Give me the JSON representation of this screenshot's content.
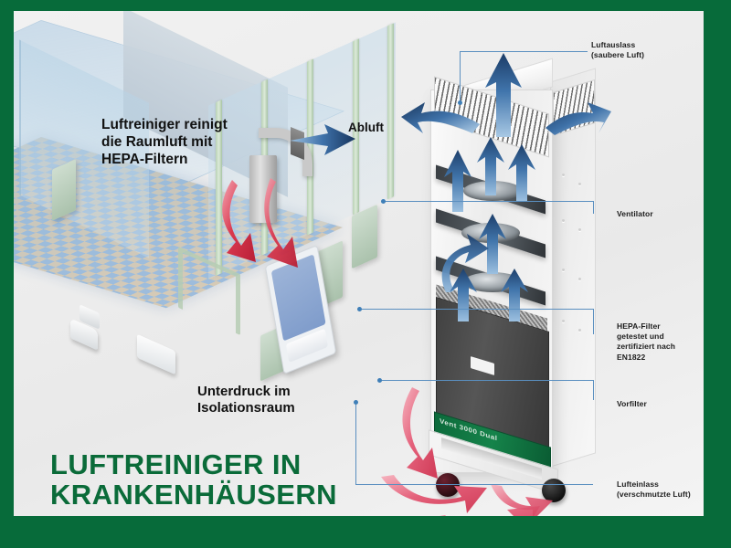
{
  "theme": {
    "frame_color": "#076b3a",
    "title_color": "#0a6b39",
    "callout_color": "#3f7fb8",
    "clean_air_arrow_color": "#4a7fb5",
    "dirty_air_arrow_color": "#e0647a",
    "background": "#eeeeee"
  },
  "title": {
    "line1": "LUFTREINIGER IN",
    "line2": "KRANKENHÄUSERN",
    "full": "LUFTREINIGER IN\nKRANKENHÄUSERN"
  },
  "room": {
    "headline": "Luftreiniger reinigt\ndie Raumluft mit\nHEPA-Filtern",
    "exhaust_label": "Abluft",
    "pressure_label": "Unterdruck im\nIsolationsraum"
  },
  "device": {
    "prefilter_strip_text": "Vent 3000 Dual",
    "callouts": [
      {
        "id": "luftauslass",
        "label": "Luftauslass\n(saubere Luft)"
      },
      {
        "id": "ventilator",
        "label": "Ventilator"
      },
      {
        "id": "hepa",
        "label": "HEPA-Filter\ngetestet und\nzertifiziert nach\nEN1822"
      },
      {
        "id": "vorfilter",
        "label": "Vorfilter"
      },
      {
        "id": "lufteinlass",
        "label": "Lufteinlass\n(verschmutzte Luft)"
      }
    ]
  }
}
